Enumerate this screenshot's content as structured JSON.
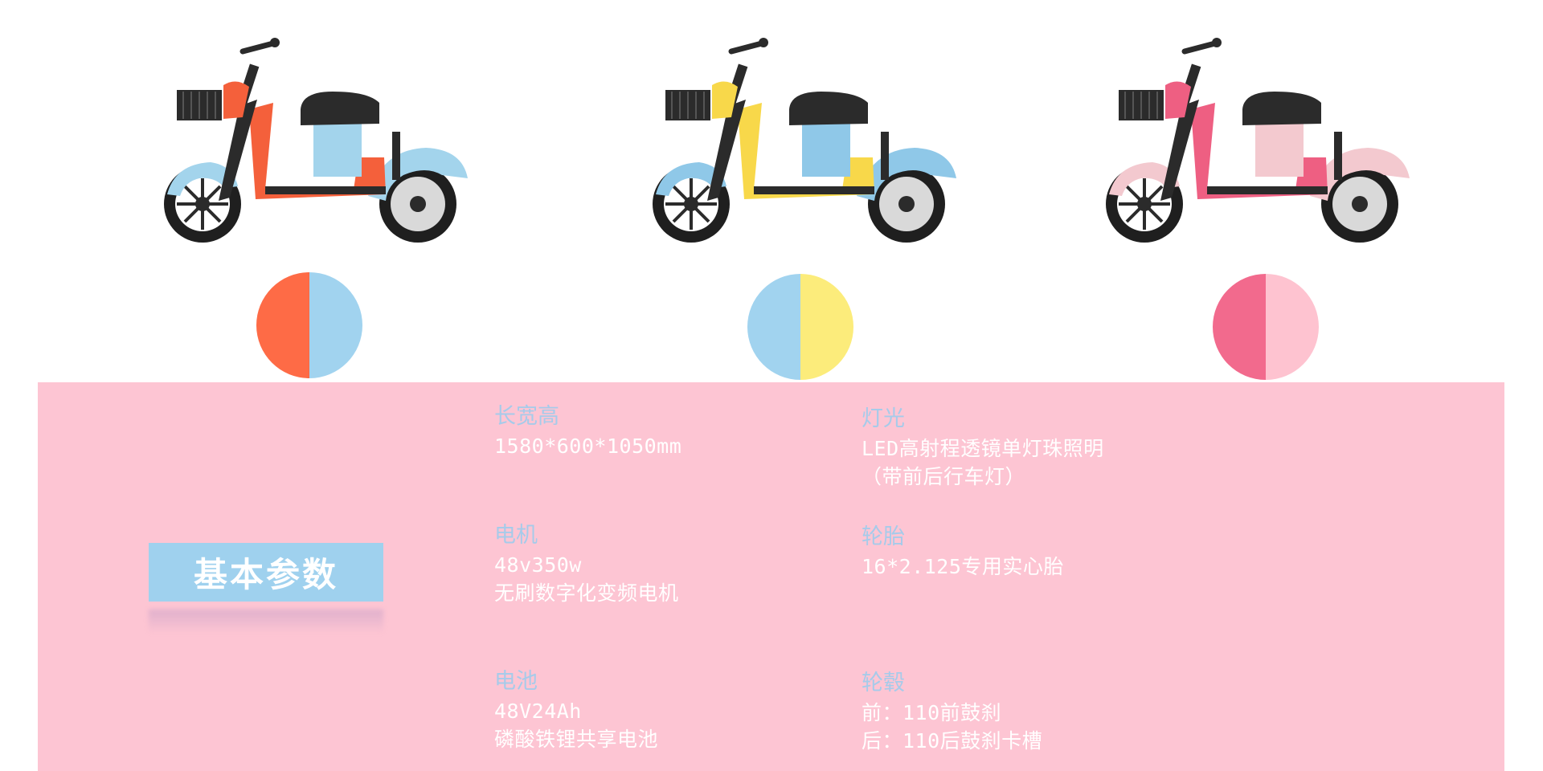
{
  "colors": {
    "panel_bg": "#fdc5d3",
    "badge_bg": "#9fd1ee",
    "label_text": "#a6cbea",
    "value_text": "#ffffff"
  },
  "variants": [
    {
      "name": "orange-blue",
      "frame_color": "#f4603b",
      "accent_color": "#a3d4ec",
      "swatch": [
        "#fe6b46",
        "#a1d3ef"
      ]
    },
    {
      "name": "blue-yellow",
      "frame_color": "#f8d84a",
      "accent_color": "#8fc8e8",
      "swatch": [
        "#a1d3ef",
        "#fcec7b"
      ]
    },
    {
      "name": "pink",
      "frame_color": "#ee5f82",
      "accent_color": "#f3c9cf",
      "swatch": [
        "#f26a8d",
        "#fec3d0"
      ]
    }
  ],
  "section_title": "基本参数",
  "specs": {
    "dimensions": {
      "label": "长宽高",
      "lines": [
        "1580*600*1050mm"
      ]
    },
    "lights": {
      "label": "灯光",
      "lines": [
        "LED高射程透镜单灯珠照明",
        "（带前后行车灯）"
      ]
    },
    "motor": {
      "label": "电机",
      "lines": [
        "48v350w",
        "无刷数字化变频电机"
      ]
    },
    "tires": {
      "label": "轮胎",
      "lines": [
        "16*2.125专用实心胎"
      ]
    },
    "battery": {
      "label": "电池",
      "lines": [
        "48V24Ah",
        "磷酸铁锂共享电池"
      ]
    },
    "hubs": {
      "label": "轮毂",
      "lines": [
        "前：110前鼓刹",
        "后：110后鼓刹卡槽"
      ]
    }
  }
}
